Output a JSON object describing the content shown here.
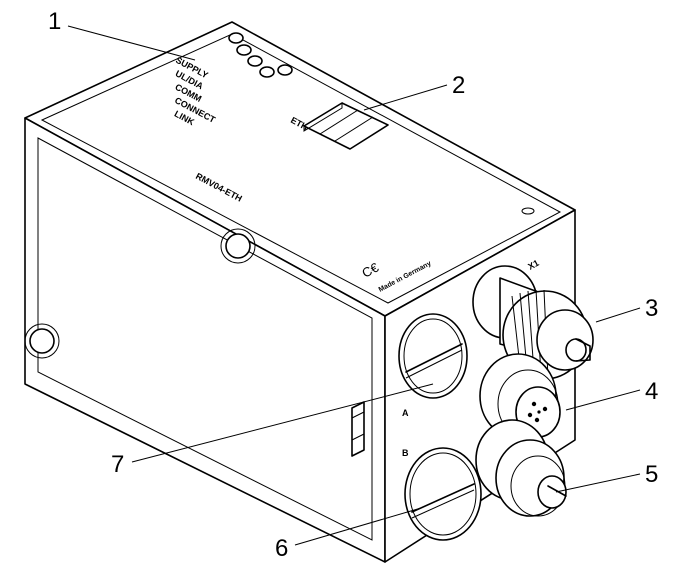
{
  "callouts": [
    {
      "id": "1",
      "label": "1"
    },
    {
      "id": "2",
      "label": "2"
    },
    {
      "id": "3",
      "label": "3"
    },
    {
      "id": "4",
      "label": "4"
    },
    {
      "id": "5",
      "label": "5"
    },
    {
      "id": "6",
      "label": "6"
    },
    {
      "id": "7",
      "label": "7"
    }
  ],
  "device_print": {
    "led_labels": [
      "SUPPLY",
      "UL/DIA",
      "COMM",
      "CONNECT",
      "LINK"
    ],
    "interface_label": "ETH",
    "model": "RMV04-ETH",
    "origin": "Made in Germany",
    "cert_mark": "C€",
    "port_x1": "X1",
    "port_a": "A",
    "port_b": "B"
  }
}
